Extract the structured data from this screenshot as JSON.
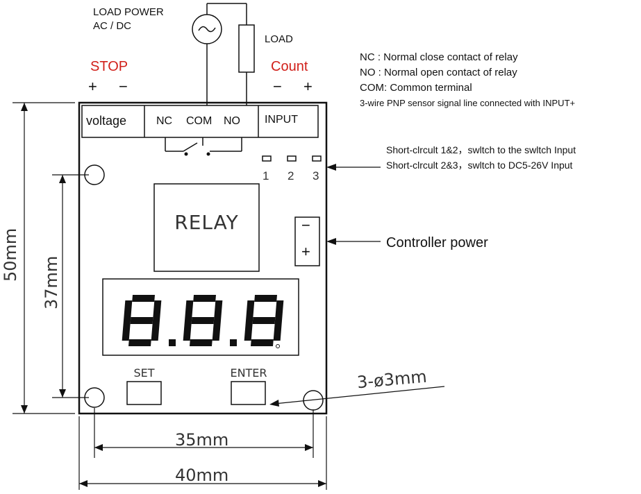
{
  "load": {
    "power_line1": "LOAD  POWER",
    "power_line2": "AC / DC",
    "load_label": "LOAD"
  },
  "terminals": {
    "stop_label": "STOP",
    "count_label": "Count",
    "stop_plus": "+",
    "stop_minus": "−",
    "count_minus": "−",
    "count_plus": "+",
    "voltage": "voltage",
    "nc": "NC",
    "com": "COM",
    "no": "NO",
    "input": "INPUT"
  },
  "legend": {
    "nc": "NC :  Normal close contact of relay",
    "no": "NO :  Normal open   contact of relay",
    "com": "COM: Common terminal",
    "pnp": "3-wire PNP sensor signal line connected with INPUT+"
  },
  "jumper": {
    "pins": [
      "1",
      "2",
      "3"
    ],
    "note1": "Short-clrcult 1&2，swltch to the swltch Input",
    "note2": "Short-clrcult 2&3，swltch to  DC5-26V Input"
  },
  "relay_label": "RELAY",
  "power": {
    "minus": "−",
    "plus": "+",
    "label": "Controller power"
  },
  "display_value": "8.8.8",
  "buttons": {
    "set": "SET",
    "enter": "ENTER"
  },
  "dimensions": {
    "height_total": "50mm",
    "height_holes": "37mm",
    "width_holes": "35mm",
    "width_total": "40mm",
    "holes": "3-ø3mm"
  },
  "colors": {
    "accent_red": "#d1201a",
    "line": "#111111"
  }
}
